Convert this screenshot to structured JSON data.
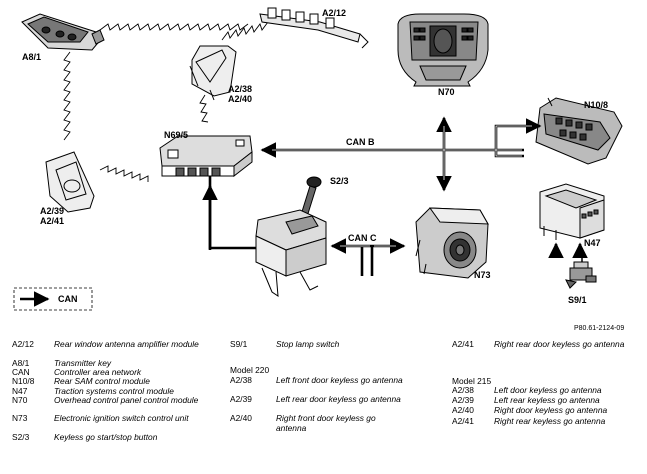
{
  "labels": {
    "a8_1": "A8/1",
    "a2_12": "A2/12",
    "n70": "N70",
    "a2_38_40": [
      "A2/38",
      "A2/40"
    ],
    "n69_5": "N69/5",
    "can_b": "CAN B",
    "n10_8": "N10/8",
    "a2_39_41": [
      "A2/39",
      "A2/41"
    ],
    "s2_3": "S2/3",
    "can_c": "CAN C",
    "n47": "N47",
    "n73": "N73",
    "s9_1": "S9/1",
    "legend_can": "CAN"
  },
  "ref_code": "P80.61-2124-09",
  "legend": {
    "col1": [
      {
        "code": "A2/12",
        "desc": "Rear window antenna amplifier module"
      },
      {
        "code": "A8/1",
        "desc": "Transmitter key"
      },
      {
        "code": "CAN",
        "desc": "Controller area network"
      },
      {
        "code": "N10/8",
        "desc": "Rear SAM control module"
      },
      {
        "code": "N47",
        "desc": "Traction systems control module"
      },
      {
        "code": "N70",
        "desc": "Overhead control panel control module"
      },
      {
        "code": "N73",
        "desc": "Electronic ignition switch control unit"
      },
      {
        "code": "S2/3",
        "desc": "Keyless go start/stop button"
      }
    ],
    "col2_top": [
      {
        "code": "S9/1",
        "desc": "Stop lamp switch"
      }
    ],
    "model220_header": "Model 220",
    "col2_model220": [
      {
        "code": "A2/38",
        "desc": "Left front door keyless go antenna"
      },
      {
        "code": "A2/39",
        "desc": "Left rear door keyless go antenna"
      },
      {
        "code": "A2/40",
        "desc": "Right front door keyless go antenna"
      }
    ],
    "col3_top": [
      {
        "code": "A2/41",
        "desc": "Right rear door keyless go antenna"
      }
    ],
    "model215_header": "Model 215",
    "col3_model215": [
      {
        "code": "A2/38",
        "desc": "Left door keyless go antenna"
      },
      {
        "code": "A2/39",
        "desc": "Left rear keyless go antenna"
      },
      {
        "code": "A2/40",
        "desc": "Right door keyless go antenna"
      },
      {
        "code": "A2/41",
        "desc": "Right rear keyless go antenna"
      }
    ]
  }
}
